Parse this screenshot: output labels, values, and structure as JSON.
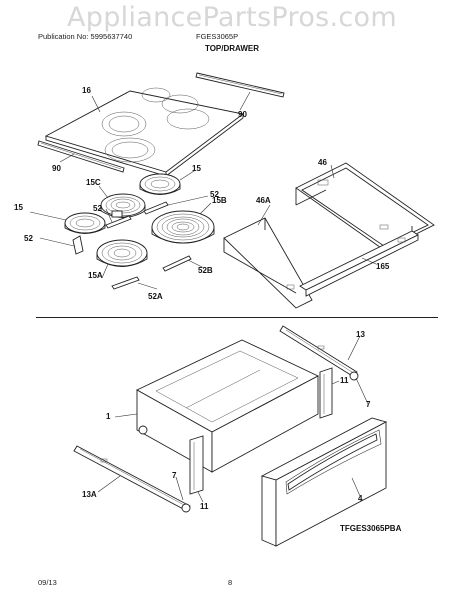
{
  "watermark": "AppliancePartsPros.com",
  "header": {
    "publication": "Publication No: 5995637740",
    "model": "FGES3065P",
    "section_title": "TOP/DRAWER"
  },
  "labels": {
    "p16": "16",
    "p90_top": "90",
    "p90_left": "90",
    "p15_right": "15",
    "p15c": "15C",
    "p52_a": "52",
    "p52_b": "52",
    "p15_left": "15",
    "p52_c": "52",
    "p15b": "15B",
    "p15a": "15A",
    "p52b": "52B",
    "p52a": "52A",
    "p46": "46",
    "p46a": "46A",
    "p165": "165",
    "p13": "13",
    "p11_right": "11",
    "p7_right": "7",
    "p1": "1",
    "p7_left": "7",
    "p13a": "13A",
    "p11_left": "11",
    "p4": "4"
  },
  "figure_code": "TFGES3065PBA",
  "footer": {
    "date": "09/13",
    "page_number": "8"
  }
}
